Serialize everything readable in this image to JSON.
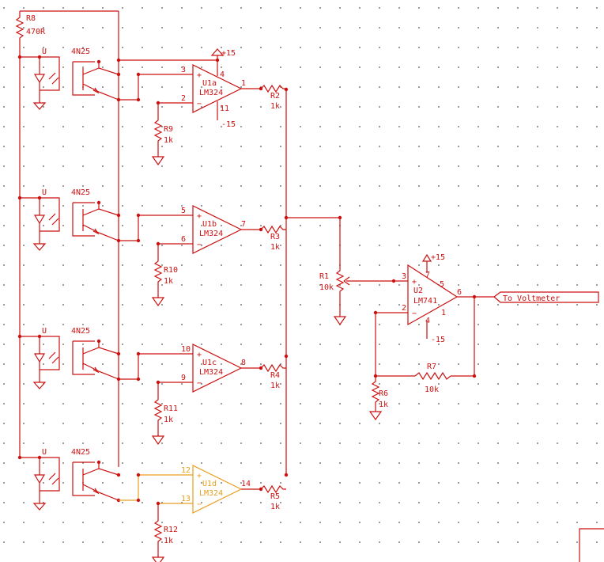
{
  "colors": {
    "wire": "#cc1111",
    "highlight": "#e8a020",
    "grid": "#555555",
    "background": "#ffffff"
  },
  "r8": {
    "ref": "R8",
    "value": "470R"
  },
  "channels": [
    {
      "led_label": "U",
      "coupler": "4N25",
      "opamp": "U1a",
      "part": "LM324",
      "pin_plus": "3",
      "pin_minus": "2",
      "pin_out": "1",
      "pin_vcc": "4",
      "pin_vee": "11",
      "r_gnd": "R9",
      "r_gnd_val": "1k",
      "r_out": "R2",
      "r_out_val": "1k",
      "vcc": "+15",
      "vee": "-15"
    },
    {
      "led_label": "U",
      "coupler": "4N25",
      "opamp": "U1b",
      "part": "LM324",
      "pin_plus": "5",
      "pin_minus": "6",
      "pin_out": "7",
      "r_gnd": "R10",
      "r_gnd_val": "1k",
      "r_out": "R3",
      "r_out_val": "1k"
    },
    {
      "led_label": "U",
      "coupler": "4N25",
      "opamp": "U1c",
      "part": "LM324",
      "pin_plus": "10",
      "pin_minus": "9",
      "pin_out": "8",
      "r_gnd": "R11",
      "r_gnd_val": "1k",
      "r_out": "R4",
      "r_out_val": "1k"
    },
    {
      "led_label": "U",
      "coupler": "4N25",
      "opamp": "U1d",
      "part": "LM324",
      "pin_plus": "12",
      "pin_minus": "13",
      "pin_out": "14",
      "r_gnd": "R12",
      "r_gnd_val": "1k",
      "r_out": "R5",
      "r_out_val": "1k"
    }
  ],
  "pot": {
    "ref": "R1",
    "value": "10k"
  },
  "u2": {
    "ref": "U2",
    "part": "LM741",
    "pin_plus": "3",
    "pin_minus": "2",
    "pin_out": "6",
    "pin_vcc": "7",
    "pin_vee": "4",
    "pin_a": "5",
    "pin_b": "1",
    "vcc": "+15",
    "vee": "-15"
  },
  "r6": {
    "ref": "R6",
    "value": "1k"
  },
  "r7": {
    "ref": "R7",
    "value": "10k"
  },
  "output_label": "To Voltmeter"
}
